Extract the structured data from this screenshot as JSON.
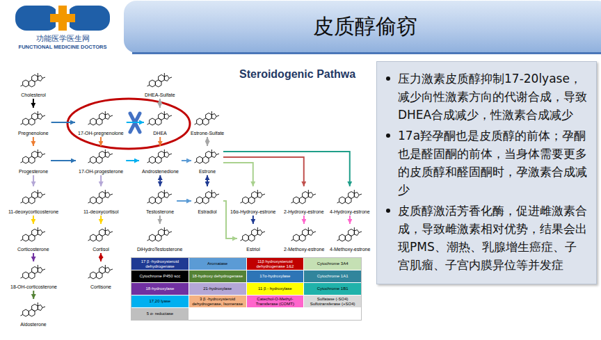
{
  "diagram": {
    "title": "皮质醇偷窃",
    "nodes": [
      {
        "text": [
          "Cholesterol"
        ]
      },
      {
        "text": [
          "DHEA-Sulfate"
        ]
      },
      {
        "text": [
          "Pregnenolone"
        ]
      },
      {
        "text": [
          "17-OH-pregnenolone"
        ]
      },
      {
        "text": [
          "DHEA"
        ]
      },
      {
        "text": [
          "Estrone-Sulfate"
        ]
      },
      {
        "text": [
          "Progesterone"
        ]
      },
      {
        "text": [
          "17-OH-progesterone"
        ]
      },
      {
        "text": [
          "Androstenedione"
        ]
      },
      {
        "text": [
          "Estrone"
        ]
      },
      {
        "text": [
          "11-deoxycorticosterone"
        ]
      },
      {
        "text": [
          "11-deoxycortisol"
        ]
      },
      {
        "text": [
          "Testosterone"
        ]
      },
      {
        "text": [
          "Estradiol"
        ]
      },
      {
        "text": [
          "16α-Hydroxy-estrone"
        ]
      },
      {
        "text": [
          "2-Hydroxy-estrone"
        ]
      },
      {
        "text": [
          "4-Hydroxy-estrone"
        ]
      },
      {
        "text": [
          "Corticosterone"
        ]
      },
      {
        "text": [
          "Cortisol"
        ]
      },
      {
        "text": [
          "DiHydroTestosterone"
        ]
      },
      {
        "text": [
          "Estriol"
        ]
      },
      {
        "text": [
          "2-Methoxy-estrone"
        ]
      },
      {
        "text": [
          "4-Methoxy-estrone"
        ]
      },
      {
        "text": [
          "18-OH-corticosterone"
        ]
      },
      {
        "text": [
          "Cortisone"
        ]
      },
      {
        "text": [
          "Aldosterone"
        ]
      },
      {
        "text": [
          "压力激素皮质醇抑制17-20lyase，减少向性激素方向的代谢合成，导致DHEA合成减少，性激素合成减少",
          "17a羟孕酮也是皮质醇的前体；孕酮也是醛固酮的前体，当身体需要更多的皮质醇和醛固酮时，孕激素合成减少",
          "皮质醇激活芳香化酶，促进雌激素合成，导致雌激素相对优势，结果会出现PMS、潮热、乳腺增生癌症、子宫肌瘤、子宫内膜异位等并发症"
        ]
      }
    ],
    "edges": [
      {
        "from": 0,
        "to": 2,
        "arrow": "to"
      },
      {
        "from": 2,
        "to": 3,
        "arrow": "to"
      },
      {
        "from": 3,
        "to": 4,
        "arrow": "to"
      },
      {
        "from": 2,
        "to": 6,
        "arrow": "to"
      },
      {
        "from": 3,
        "to": 7,
        "arrow": "to"
      },
      {
        "from": 4,
        "to": 8,
        "arrow": "to"
      },
      {
        "from": 6,
        "to": 7,
        "arrow": "to"
      },
      {
        "from": 7,
        "to": 8,
        "arrow": "to"
      },
      {
        "from": 1,
        "to": 4,
        "arrow": "both"
      },
      {
        "from": 5,
        "to": 9,
        "arrow": "both"
      },
      {
        "from": 8,
        "to": 9,
        "arrow": "to"
      },
      {
        "from": 8,
        "to": 12,
        "arrow": "both"
      },
      {
        "from": 9,
        "to": 13,
        "arrow": "both"
      },
      {
        "from": 12,
        "to": 13,
        "arrow": "to"
      },
      {
        "from": 6,
        "to": 10,
        "arrow": "to"
      },
      {
        "from": 7,
        "to": 11,
        "arrow": "to"
      },
      {
        "from": 10,
        "to": 17,
        "arrow": "to"
      },
      {
        "from": 11,
        "to": 18,
        "arrow": "to"
      },
      {
        "from": 17,
        "to": 23,
        "arrow": "to"
      },
      {
        "from": 23,
        "to": 25,
        "arrow": "to"
      },
      {
        "from": 18,
        "to": 24,
        "arrow": "both"
      },
      {
        "from": 12,
        "to": 19,
        "arrow": "to"
      },
      {
        "from": 9,
        "to": 14,
        "arrow": "to"
      },
      {
        "from": 9,
        "to": 15,
        "arrow": "to"
      },
      {
        "from": 9,
        "to": 16,
        "arrow": "to"
      },
      {
        "from": 14,
        "to": 20,
        "arrow": "to"
      },
      {
        "from": 13,
        "to": 20,
        "arrow": "to"
      },
      {
        "from": 15,
        "to": 21,
        "arrow": "to"
      },
      {
        "from": 16,
        "to": 22,
        "arrow": "to"
      }
    ],
    "labels": [
      "功能医学医生网",
      "FUNCTIONAL MEDICINE DOCTORS",
      "Steroidogenic Pathwa"
    ],
    "legend": [
      {
        "text": "17 β -hydroxysteroid dehydrogenase",
        "color": "#1f3a93"
      },
      {
        "text": "Aromatase",
        "color": "#5b9bd5"
      },
      {
        "text": "11β hydroxysteroid dehydrogenase 1&2",
        "color": "#c00000"
      },
      {
        "text": "Cytochrome 3A4",
        "color": "#c5e0b4"
      },
      {
        "text": "Cytochrome P450 scc",
        "color": "#000000"
      },
      {
        "text": "18-hydroxy dehydrogenase",
        "color": "#548235"
      },
      {
        "text": "17α-hydroxylase",
        "color": "#2e75b6"
      },
      {
        "text": "Cytochrome 1A1",
        "color": "#31859c"
      },
      {
        "text": "18-hydroxylase",
        "color": "#7030a0"
      },
      {
        "text": "21-hydroxylase",
        "color": "#b4a7d6"
      },
      {
        "text": "11 β - hydroxylase",
        "color": "#ffff00"
      },
      {
        "text": "Cytochrome 1B1",
        "color": "#20b2aa"
      },
      {
        "text": "17,20 lyase",
        "color": "#00b0f0"
      },
      {
        "text": "3 β -hydroxysteroid dehydrogenase, Isomerase",
        "color": "#f4b183"
      },
      {
        "text": "Catechol-O-Methyl-Transferase (COMT)",
        "color": "#ff66cc"
      },
      {
        "text": "Sulfatase (-SO4) Sulfotransferase (+SO4)",
        "color": "#d9d9d9"
      },
      {
        "text": "5 α- reductase",
        "color": "#bfbfbf"
      }
    ]
  }
}
